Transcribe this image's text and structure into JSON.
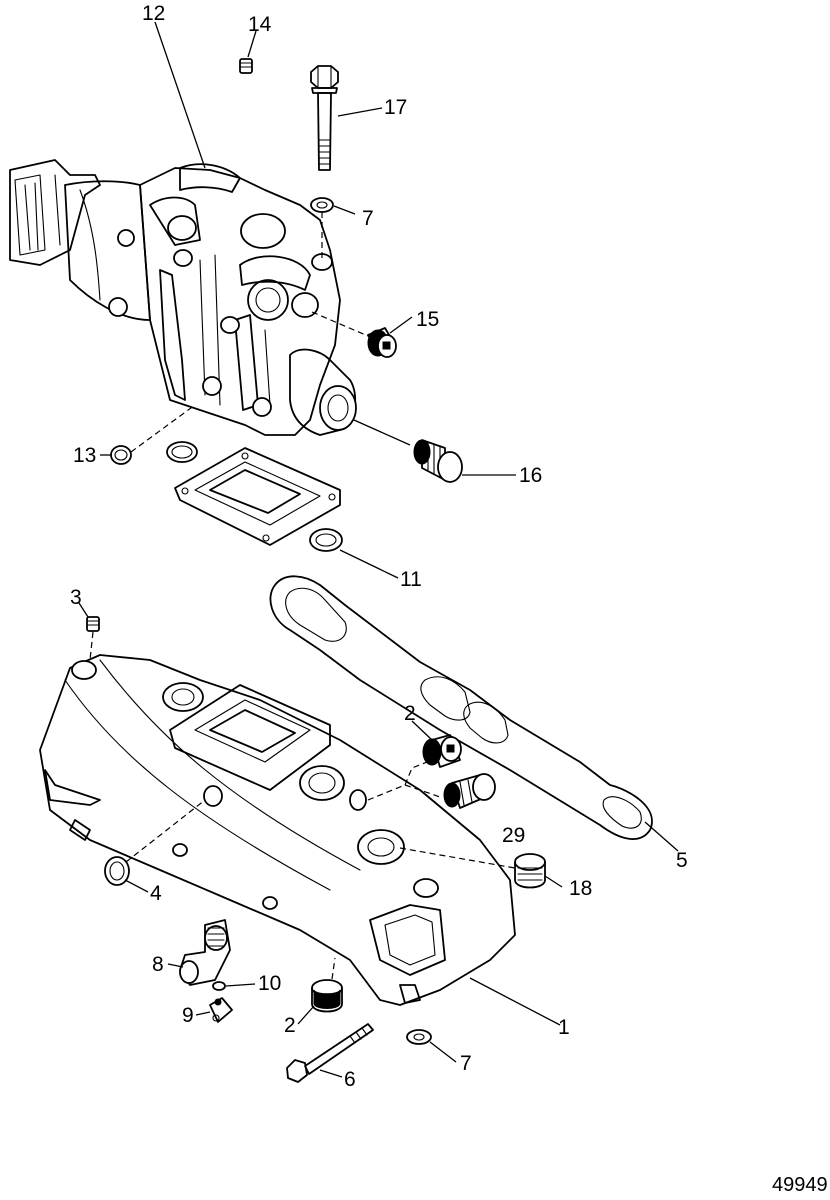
{
  "figure_number": "49949",
  "callouts": [
    "12",
    "14",
    "17",
    "7",
    "15",
    "16",
    "13",
    "11",
    "3",
    "5",
    "2",
    "29",
    "18",
    "4",
    "8",
    "10",
    "9",
    "1",
    "6"
  ],
  "parts": [
    "exhaust-elbow",
    "set-screw",
    "elbow-bolt",
    "elbow-washer",
    "elbow-plug",
    "elbow-hose-fitting",
    "elbow-drain-plug",
    "elbow-gasket-assembly",
    "manifold-set-screw",
    "manifold-gasket",
    "manifold-plug",
    "manifold-fitting",
    "manifold-pipe-plug",
    "manifold-cup-plug",
    "elbow-fitting",
    "o-ring",
    "drain-valve",
    "exhaust-manifold",
    "manifold-stud-bolt",
    "manifold-washer"
  ]
}
